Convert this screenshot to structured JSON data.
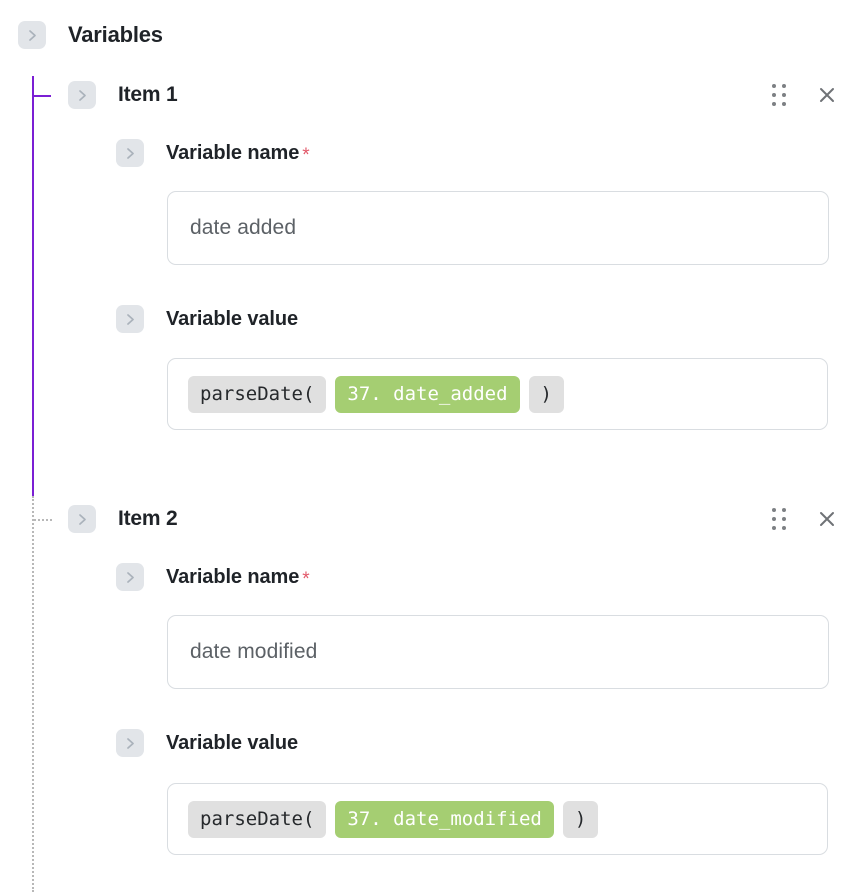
{
  "root": {
    "title": "Variables",
    "toggle_icon": "chevron-right-icon"
  },
  "icons": {
    "drag": "drag-handle-icon",
    "close": "close-icon",
    "chevron": "chevron-right-icon"
  },
  "labels": {
    "variable_name": "Variable name",
    "variable_value": "Variable value",
    "required_marker": "*"
  },
  "colors": {
    "rail_active": "#7b1fd4",
    "rail_inactive": "#b8b8b8",
    "variable_token": "#a5ce72",
    "plain_token": "#e0e0e0",
    "required": "#e2596a",
    "chevron_box": "#e2e5e9"
  },
  "items": [
    {
      "title": "Item 1",
      "name_label": "Variable name",
      "name_required": "*",
      "name_value": "date added",
      "value_label": "Variable value",
      "expression": [
        {
          "text": "parseDate(",
          "type": "plain"
        },
        {
          "text": "37. date_added",
          "type": "var"
        },
        {
          "text": ")",
          "type": "plain"
        }
      ]
    },
    {
      "title": "Item 2",
      "name_label": "Variable name",
      "name_required": "*",
      "name_value": "date modified",
      "value_label": "Variable value",
      "expression": [
        {
          "text": "parseDate(",
          "type": "plain"
        },
        {
          "text": "37. date_modified",
          "type": "var"
        },
        {
          "text": ")",
          "type": "plain"
        }
      ]
    }
  ]
}
